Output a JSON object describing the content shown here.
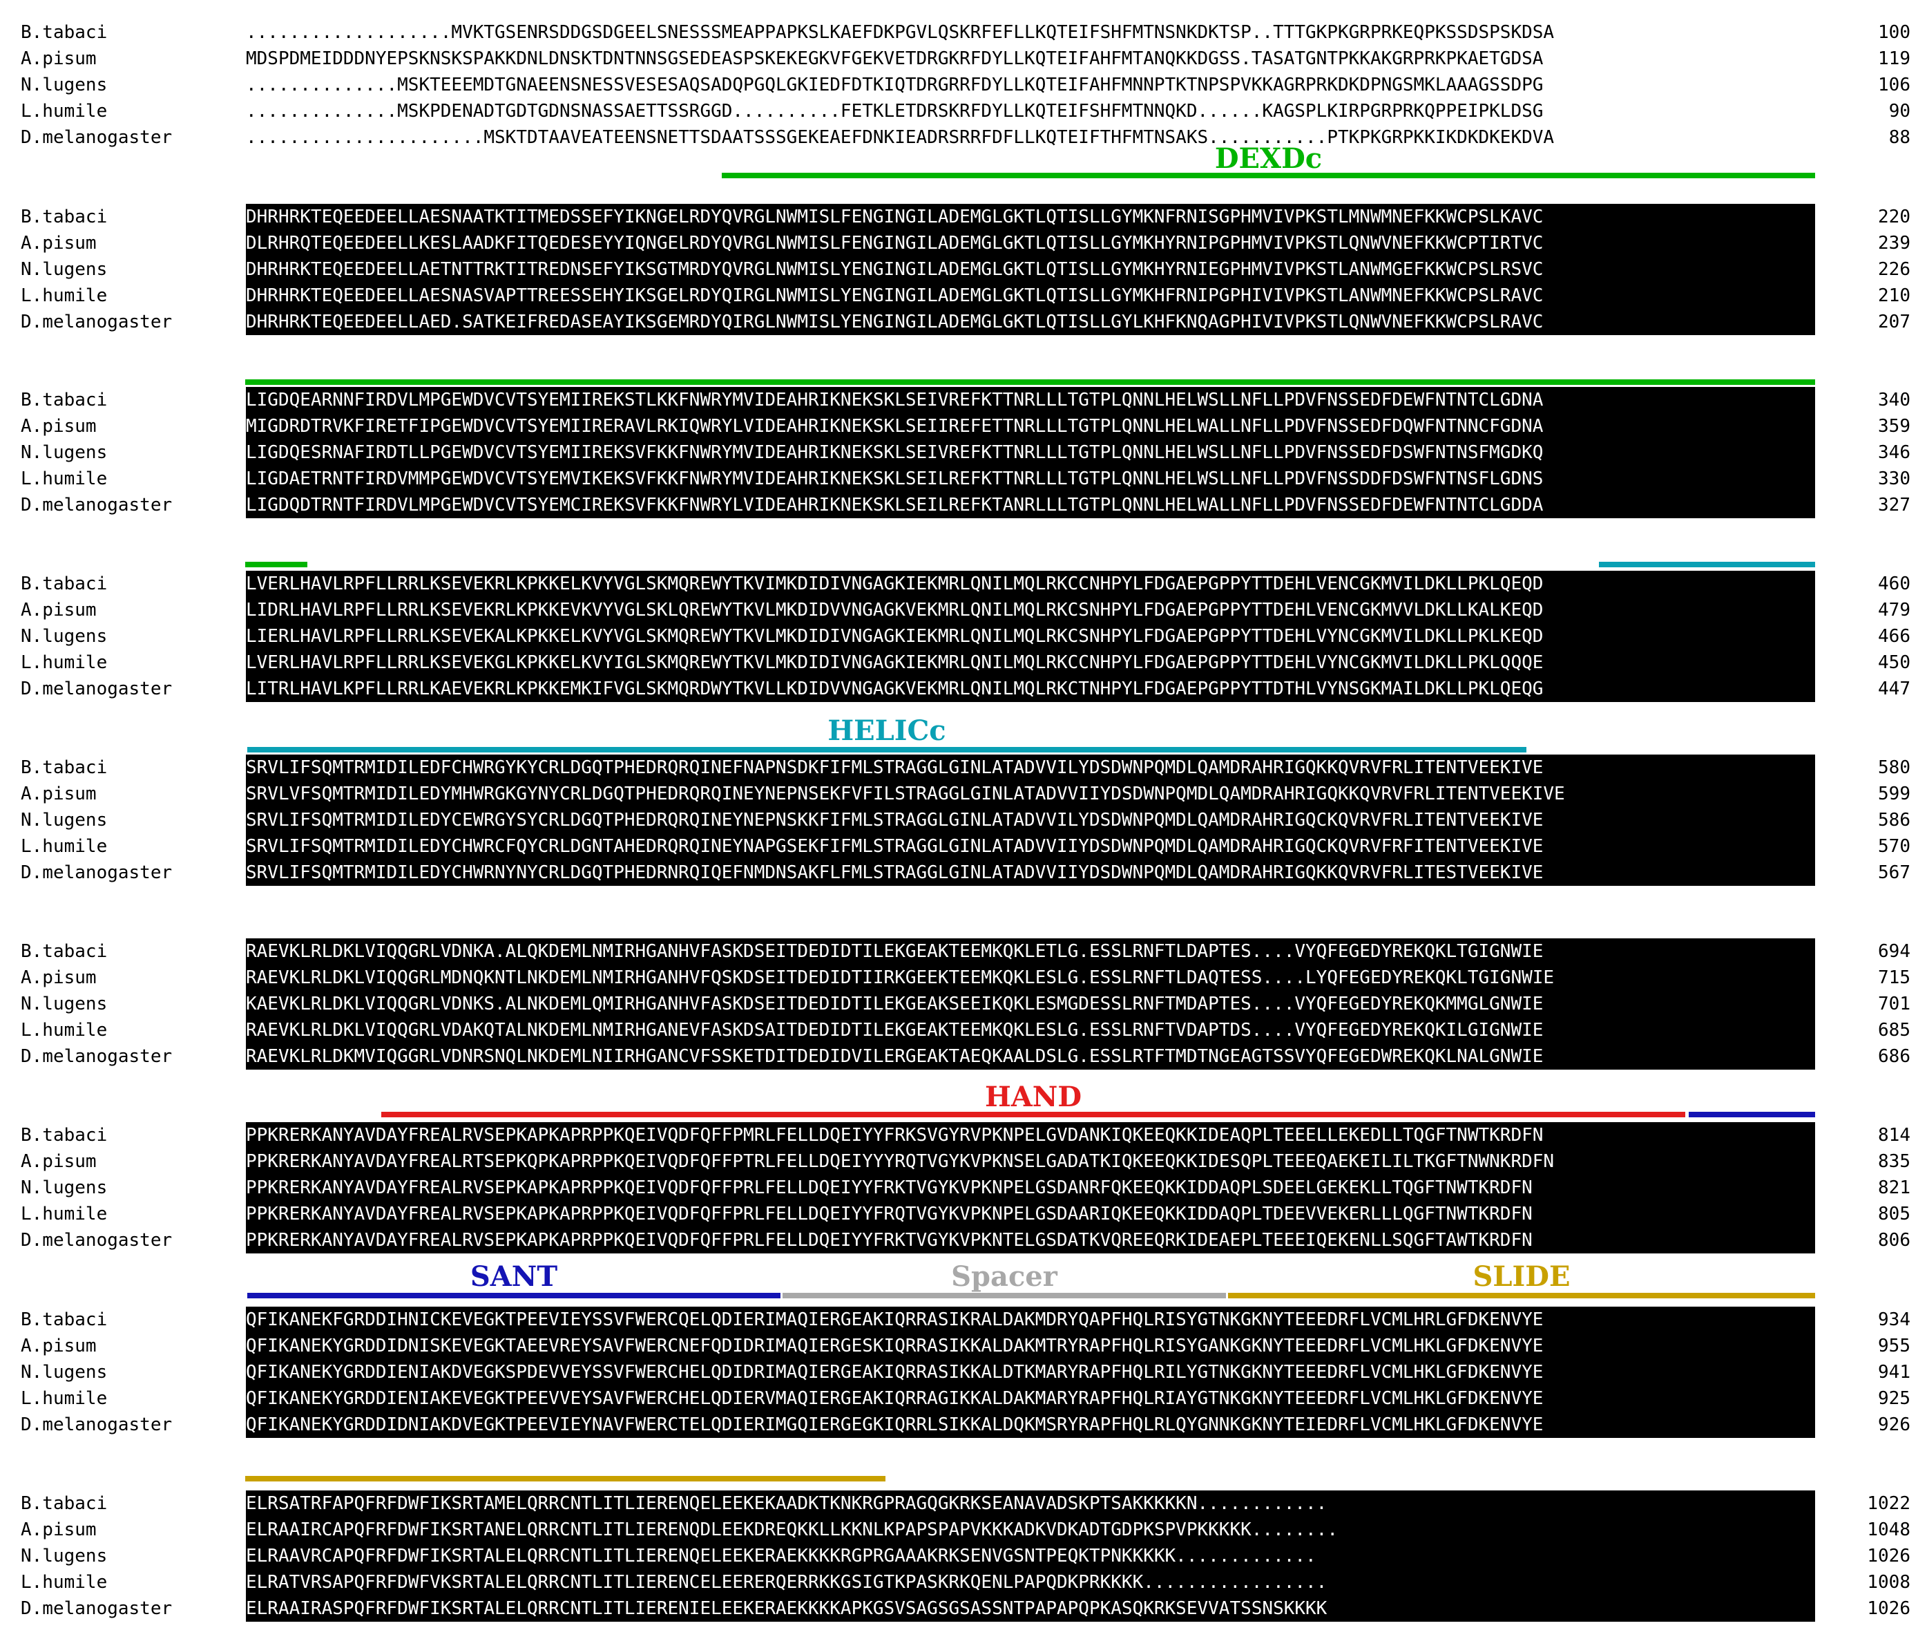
{
  "species": [
    "B.tabaci",
    "A.pisum",
    "N.lugens",
    "L.humile",
    "D.melanogaster"
  ],
  "colors": {
    "DEXDc": "#00b400",
    "HELICc": "#0aa0b4",
    "HAND": "#e41e1e",
    "SANT": "#1414b4",
    "Spacer": "#a8a8a8",
    "SLIDE": "#c8a000"
  },
  "blocks": [
    {
      "rows": [
        {
          "seq": "...................MVKTGSENRSDDGSDGEELSNESSSMEAPPAPKSLKAEFDKPGVLQSKRFEFLLKQTEIFSHFMTNSNKDKTSP..TTTGKPKGRPRKEQPKSSDSPSKDSA",
          "num": "100"
        },
        {
          "seq": "MDSPDMEIDDDNYEPSKNSKSPAKKDNLDNSKTDNTNNSGSEDEASPSKEKEGKVFGEKVETDRGKRFDYLLKQTEIFAHFMTANQKKDGSS.TASATGNTPKKAKGRPRKPKAETGDSA",
          "num": "119"
        },
        {
          "seq": "..............MSKTEEEMDTGNAEENSNESSVESESAQSADQPGQLGKIEDFDTKIQTDRGRRFDYLLKQTEIFAHFMNNPTKTNPSPVKKAGRPRKDKDPNGSMKLAAAGSSDPG",
          "num": "106"
        },
        {
          "seq": "..............MSKPDENADTGDTGDNSNASSAETTSSRGGD..........FETKLETDRSKRFDYLLKQTEIFSHFMTNNQKD......KAGSPLKIRPGRPRKQPPEIPKLDSG",
          "num": "90"
        },
        {
          "seq": "......................MSKTDTAAVEATEENSNETTSDAATSSSGEKEAEFDNKIEADRSRRFDFLLKQTEIFTHFMTNSAKS...........PTKPKGRPKKIKDKDKEKDVA",
          "num": "88"
        }
      ]
    },
    {
      "domains": [
        {
          "name": "DEXDc",
          "label": "DEXDc"
        }
      ],
      "rows": [
        {
          "seq": "DHRHRKTEQEEDEELLAESNAATKTITMEDSSEFYIKNGELRDYQVRGLNWMISLFENGINGILADEMGLGKTLQTISLLGYMKNFRNISGPHMVIVPKSTLMNWMNEFKKWCPSLKAVC",
          "num": "220"
        },
        {
          "seq": "DLRHRQTEQEEDEELLKESLAADKFITQEDESEYYIQNGELRDYQVRGLNWMISLFENGINGILADEMGLGKTLQTISLLGYMKHYRNIPGPHMVIVPKSTLQNWVNEFKKWCPTIRTVC",
          "num": "239"
        },
        {
          "seq": "DHRHRKTEQEEDEELLAETNTTRKTITREDNSEFYIKSGTMRDYQVRGLNWMISLYENGINGILADEMGLGKTLQTISLLGYMKHYRNIEGPHMVIVPKSTLANWMGEFKKWCPSLRSVC",
          "num": "226"
        },
        {
          "seq": "DHRHRKTEQEEDEELLAESNASVAPTTREESSEHYIKSGELRDYQIRGLNWMISLYENGINGILADEMGLGKTLQTISLLGYMKHFRNIPGPHIVIVPKSTLANWMNEFKKWCPSLRAVC",
          "num": "210"
        },
        {
          "seq": "DHRHRKTEQEEDEELLAED.SATKEIFREDASEAYIKSGEMRDYQIRGLNWMISLYENGINGILADEMGLGKTLQTISLLGYLKHFKNQAGPHIVIVPKSTLQNWVNEFKKWCPSLRAVC",
          "num": "207"
        }
      ]
    },
    {
      "rows": [
        {
          "seq": "LIGDQEARNNFIRDVLMPGEWDVCVTSYEMIIREKSTLKKFNWRYMVIDEAHRIKNEKSKLSEIVREFKTTNRLLLTGTPLQNNLHELWSLLNFLLPDVFNSSEDFDEWFNTNTCLGDNA",
          "num": "340"
        },
        {
          "seq": "MIGDRDTRVKFIRETFIPGEWDVCVTSYEMIIRERAVLRKIQWRYLVIDEAHRIKNEKSKLSEIIREFETTNRLLLTGTPLQNNLHELWALLNFLLPDVFNSSEDFDQWFNTNNCFGDNA",
          "num": "359"
        },
        {
          "seq": "LIGDQESRNAFIRDTLLPGEWDVCVTSYEMIIREKSVFKKFNWRYMVIDEAHRIKNEKSKLSEIVREFKTTNRLLLTGTPLQNNLHELWSLLNFLLPDVFNSSEDFDSWFNTNSFMGDKQ",
          "num": "346"
        },
        {
          "seq": "LIGDAETRNTFIRDVMMPGEWDVCVTSYEMVIKEKSVFKKFNWRYMVIDEAHRIKNEKSKLSEILREFKTTNRLLLTGTPLQNNLHELWSLLNFLLPDVFNSSDDFDSWFNTNSFLGDNS",
          "num": "330"
        },
        {
          "seq": "LIGDQDTRNTFIRDVLMPGEWDVCVTSYEMCIREKSVFKKFNWRYLVIDEAHRIKNEKSKLSEILREFKTANRLLLTGTPLQNNLHELWALLNFLLPDVFNSSEDFDEWFNTNTCLGDDA",
          "num": "327"
        }
      ]
    },
    {
      "rows": [
        {
          "seq": "LVERLHAVLRPFLLRRLKSEVEKRLKPKKELKVYVGLSKMQREWYTKVIMKDIDIVNGAGKIEKMRLQNILMQLRKCCNHPYLFDGAEPGPPYTTDEHLVENCGKMVILDKLLPKLQEQD",
          "num": "460"
        },
        {
          "seq": "LIDRLHAVLRPFLLRRLKSEVEKRLKPKKEVKVYVGLSKLQREWYTKVLMKDIDVVNGAGKVEKMRLQNILMQLRKCSNHPYLFDGAEPGPPYTTDEHLVENCGKMVVLDKLLKALKEQD",
          "num": "479"
        },
        {
          "seq": "LIERLHAVLRPFLLRRLKSEVEKALKPKKELKVYVGLSKMQREWYTKVLMKDIDIVNGAGKIEKMRLQNILMQLRKCSNHPYLFDGAEPGPPYTTDEHLVYNCGKMVILDKLLPKLKEQD",
          "num": "466"
        },
        {
          "seq": "LVERLHAVLRPFLLRRLKSEVEKGLKPKKELKVYIGLSKMQREWYTKVLMKDIDIVNGAGKIEKMRLQNILMQLRKCCNHPYLFDGAEPGPPYTTDEHLVYNCGKMVILDKLLPKLQQQE",
          "num": "450"
        },
        {
          "seq": "LITRLHAVLKPFLLRRLKAEVEKRLKPKKEMKIFVGLSKMQRDWYTKVLLKDIDVVNGAGKVEKMRLQNILMQLRKCTNHPYLFDGAEPGPPYTTDTHLVYNSGKMAILDKLLPKLQEQG",
          "num": "447"
        }
      ]
    },
    {
      "domains": [
        {
          "name": "HELICc",
          "label": "HELICc"
        }
      ],
      "rows": [
        {
          "seq": "SRVLIFSQMTRMIDILEDFCHWRGYKYCRLDGQTPHEDRQRQINEFNAPNSDKFIFMLSTRAGGLGINLATADVVILYDSDWNPQMDLQAMDRAHRIGQKKQVRVFRLITENTVEEKIVE",
          "num": "580"
        },
        {
          "seq": "SRVLVFSQMTRMIDILEDYMHWRGKGYNYCRLDGQTPHEDRQRQINEYNEPNSEKFVFILSTRAGGLGINLATADVVIIYDSDWNPQMDLQAMDRAHRIGQKKQVRVFRLITENTVEEKIVE",
          "num": "599"
        },
        {
          "seq": "SRVLIFSQMTRMIDILEDYCEWRGYSYCRLDGQTPHEDRQRQINEYNEPNSKKFIFMLSTRAGGLGINLATADVVILYDSDWNPQMDLQAMDRAHRIGQCKQVRVFRLITENTVEEKIVE",
          "num": "586"
        },
        {
          "seq": "SRVLIFSQMTRMIDILEDYCHWRCFQYCRLDGNTAHEDRQRQINEYNAPGSEKFIFMLSTRAGGLGINLATADVVIIYDSDWNPQMDLQAMDRAHRIGQCKQVRVFRFITENTVEEKIVE",
          "num": "570"
        },
        {
          "seq": "SRVLIFSQMTRMIDILEDYCHWRNYNYCRLDGQTPHEDRNRQIQEFNMDNSAKFLFMLSTRAGGLGINLATADVVIIYDSDWNPQMDLQAMDRAHRIGQKKQVRVFRLITESTVEEKIVE",
          "num": "567"
        }
      ]
    },
    {
      "rows": [
        {
          "seq": "RAEVKLRLDKLVIQQGRLVDNKA.ALQKDEMLNMIRHGANHVFASKDSEITDEDIDTILEKGEAKTEEMKQKLETLG.ESSLRNFTLDAPTES....VYQFEGEDYREKQKLTGIGNWIE",
          "num": "694"
        },
        {
          "seq": "RAEVKLRLDKLVIQQGRLMDNQKNTLNKDEMLNMIRHGANHVFQSKDSEITDEDIDTIIRKGEEKTEEMKQKLESLG.ESSLRNFTLDAQTESS....LYQFEGEDYREKQKLTGIGNWIE",
          "num": "715"
        },
        {
          "seq": "KAEVKLRLDKLVIQQGRLVDNKS.ALNKDEMLQMIRHGANHVFASKDSEITDEDIDTILEKGEAKSEEIKQKLESMGDESSLRNFTMDAPTES....VYQFEGEDYREKQKMMGLGNWIE",
          "num": "701"
        },
        {
          "seq": "RAEVKLRLDKLVIQQGRLVDAKQTALNKDEMLNMIRHGANEVFASKDSAITDEDIDTILEKGEAKTEEMKQKLESLG.ESSLRNFTVDAPTDS....VYQFEGEDYREKQKILGIGNWIE",
          "num": "685"
        },
        {
          "seq": "RAEVKLRLDKMVIQGGRLVDNRSNQLNKDEMLNIIRHGANCVFSSKETDITDEDIDVILERGEAKTAEQKAALDSLG.ESSLRTFTMDTNGEAGTSSVYQFEGEDWREKQKLNALGNWIE",
          "num": "686"
        }
      ]
    },
    {
      "domains": [
        {
          "name": "HAND",
          "label": "HAND"
        }
      ],
      "rows": [
        {
          "seq": "PPKRERKANYAVDAYFREALRVSEPKAPKAPRPPKQEIVQDFQFFPMRLFELLDQEIYYFRKSVGYRVPKNPELGVDANKIQKEEQKKIDEAQPLTEEELLEKEDLLTQGFTNWTKRDFN",
          "num": "814"
        },
        {
          "seq": "PPKRERKANYAVDAYFREALRTSEPKQPKAPRPPKQEIVQDFQFFPTRLFELLDQEIYYYRQTVGYKVPKNSELGADATKIQKEEQKKIDESQPLTEEEQAEKEILILTKGFTNWNKRDFN",
          "num": "835"
        },
        {
          "seq": "PPKRERKANYAVDAYFREALRVSEPKAPKAPRPPKQEIVQDFQFFPRLFELLDQEIYYFRKTVGYKVPKNPELGSDANRFQKEEQKKIDDAQPLSDEELGEKEKLLTQGFTNWTKRDFN",
          "num": "821"
        },
        {
          "seq": "PPKRERKANYAVDAYFREALRVSEPKAPKAPRPPKQEIVQDFQFFPRLFELLDQEIYYFRQTVGYKVPKNPELGSDAARIQKEEQKKIDDAQPLTDEEVVEKERLLLQGFTNWTKRDFN",
          "num": "805"
        },
        {
          "seq": "PPKRERKANYAVDAYFREALRVSEPKAPKAPRPPKQEIVQDFQFFPRLFELLDQEIYYFRKTVGYKVPKNTELGSDATKVQREEQRKIDEAEPLTEEEIQEKENLLSQGFTAWTKRDFN",
          "num": "806"
        }
      ]
    },
    {
      "domains": [
        {
          "name": "SANT",
          "label": "SANT"
        },
        {
          "name": "Spacer",
          "label": "Spacer"
        },
        {
          "name": "SLIDE",
          "label": "SLIDE"
        }
      ],
      "rows": [
        {
          "seq": "QFIKANEKFGRDDIHNICKEVEGKTPEEVIEYSSVFWERCQELQDIERIMAQIERGEAKIQRRASIKRALDAKMDRYQAPFHQLRISYGTNKGKNYTEEEDRFLVCMLHRLGFDKENVYE",
          "num": "934"
        },
        {
          "seq": "QFIKANEKYGRDDIDNISKEVEGKTAEEVREYSAVFWERCNEFQDIDRIMAQIERGESKIQRRASIKKALDAKMTRYRAPFHQLRISYGANKGKNYTEEEDRFLVCMLHKLGFDKENVYE",
          "num": "955"
        },
        {
          "seq": "QFIKANEKYGRDDIENIAKDVEGKSPDEVVEYSSVFWERCHELQDIDRIMAQIERGEAKIQRRASIKKALDTKMARYRAPFHQLRILYGTNKGKNYTEEEDRFLVCMLHKLGFDKENVYE",
          "num": "941"
        },
        {
          "seq": "QFIKANEKYGRDDIENIAKEVEGKTPEEVVEYSAVFWERCHELQDIERVMAQIERGEAKIQRRAGIKKALDAKMARYRAPFHQLRIAYGTNKGKNYTEEEDRFLVCMLHKLGFDKENVYE",
          "num": "925"
        },
        {
          "seq": "QFIKANEKYGRDDIDNIAKDVEGKTPEEVIEYNAVFWERCTELQDIERIMGQIERGEGKIQRRLSIKKALDQKMSRYRAPFHQLRLQYGNNKGKNYTEIEDRFLVCMLHKLGFDKENVYE",
          "num": "926"
        }
      ]
    },
    {
      "rows": [
        {
          "seq": "ELRSATRFAPQFRFDWFIKSRTAMELQRRCNTLITLIERENQELEEKEKAADKTKNKRGPRAGQGKRKSEANAVADSKPTSAKKKKKN............",
          "num": "1022"
        },
        {
          "seq": "ELRAAIRCAPQFRFDWFIKSRTANELQRRCNTLITLIERENQDLEEKDREQKKLLKKNLKPAPSPAPVKKKADKVDKADTGDPKSPVPKKKKK........",
          "num": "1048"
        },
        {
          "seq": "ELRAAVRCAPQFRFDWFIKSRTALELQRRCNTLITLIERENQELEEKERAEKKKKRGPRGAAAKRKSENVGSNTPEQKTPNKKKKK.............",
          "num": "1026"
        },
        {
          "seq": "ELRATVRSAPQFRFDWFVKSRTALELQRRCNTLITLIERENCELEERERQERRKKGSIGTKPASKRKQENLPAPQDKPRKKKK.................",
          "num": "1008"
        },
        {
          "seq": "ELRAAIRASPQFRFDWFIKSRTALELQRRCNTLITLIERENIELEEKERAEKKKKAPKGSVSAGSGSASSNTPAPAPQPKASQKRKSEVVATSSNSKKKK",
          "num": "1026"
        }
      ]
    }
  ]
}
